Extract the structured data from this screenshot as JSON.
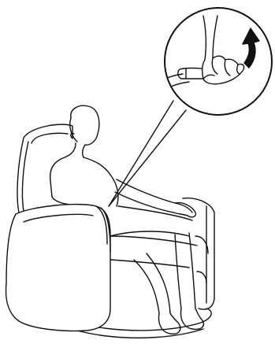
{
  "figure": {
    "subject": "person-seated-in-recliner",
    "detail_callout": "hand-pulling-release-handle",
    "arrow_direction": "pull-up",
    "line_color": "#111111",
    "background_color": "#ffffff",
    "icons": {
      "arrow": "curved-arrow-up-icon"
    }
  }
}
